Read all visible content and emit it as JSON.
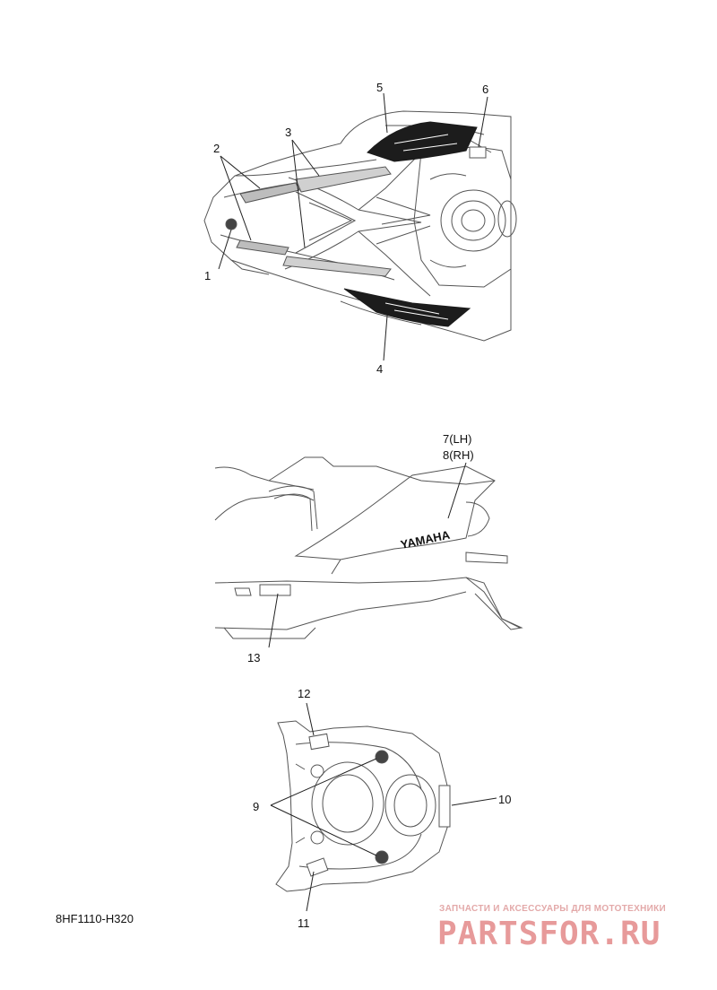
{
  "diagram": {
    "callouts": {
      "c1": "1",
      "c2": "2",
      "c3": "3",
      "c4": "4",
      "c5": "5",
      "c6": "6",
      "c7": "7(LH)",
      "c8": "8(RH)",
      "c9": "9",
      "c10": "10",
      "c11": "11",
      "c12": "12",
      "c13": "13"
    },
    "decal_text": "YAMAHA",
    "part_code": "8HF1110-H320"
  },
  "watermark": {
    "caption": "ЗАПЧАСТИ И АКСЕССУАРЫ ДЛЯ МОТОТЕХНИКИ",
    "logo": "PARTSFOR.RU"
  },
  "colors": {
    "line": "#555555",
    "decal_dark": "#1c1c1c",
    "watermark": "#e79a9a"
  }
}
